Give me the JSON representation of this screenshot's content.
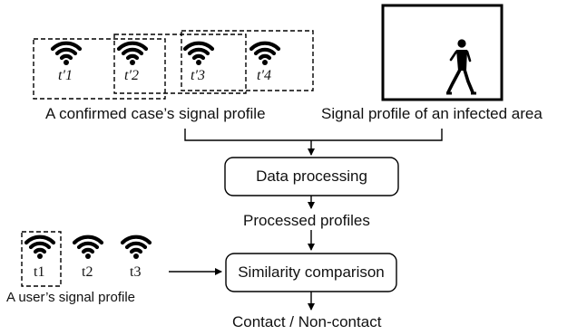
{
  "profile_top": {
    "caption": "A confirmed case’s signal profile",
    "timestamps": [
      "t′1",
      "t′2",
      "t′3",
      "t′4"
    ]
  },
  "area": {
    "caption": "Signal profile of an infected area"
  },
  "process": {
    "box1": "Data processing",
    "mid_label": "Processed profiles",
    "box2": "Similarity comparison",
    "result": "Contact / Non-contact"
  },
  "user": {
    "caption": "A user’s signal profile",
    "timestamps": [
      "t1",
      "t2",
      "t3"
    ]
  },
  "icons": {
    "wifi": "wifi-icon",
    "person": "walking-person-icon"
  },
  "colors": {
    "ink": "#000000"
  }
}
